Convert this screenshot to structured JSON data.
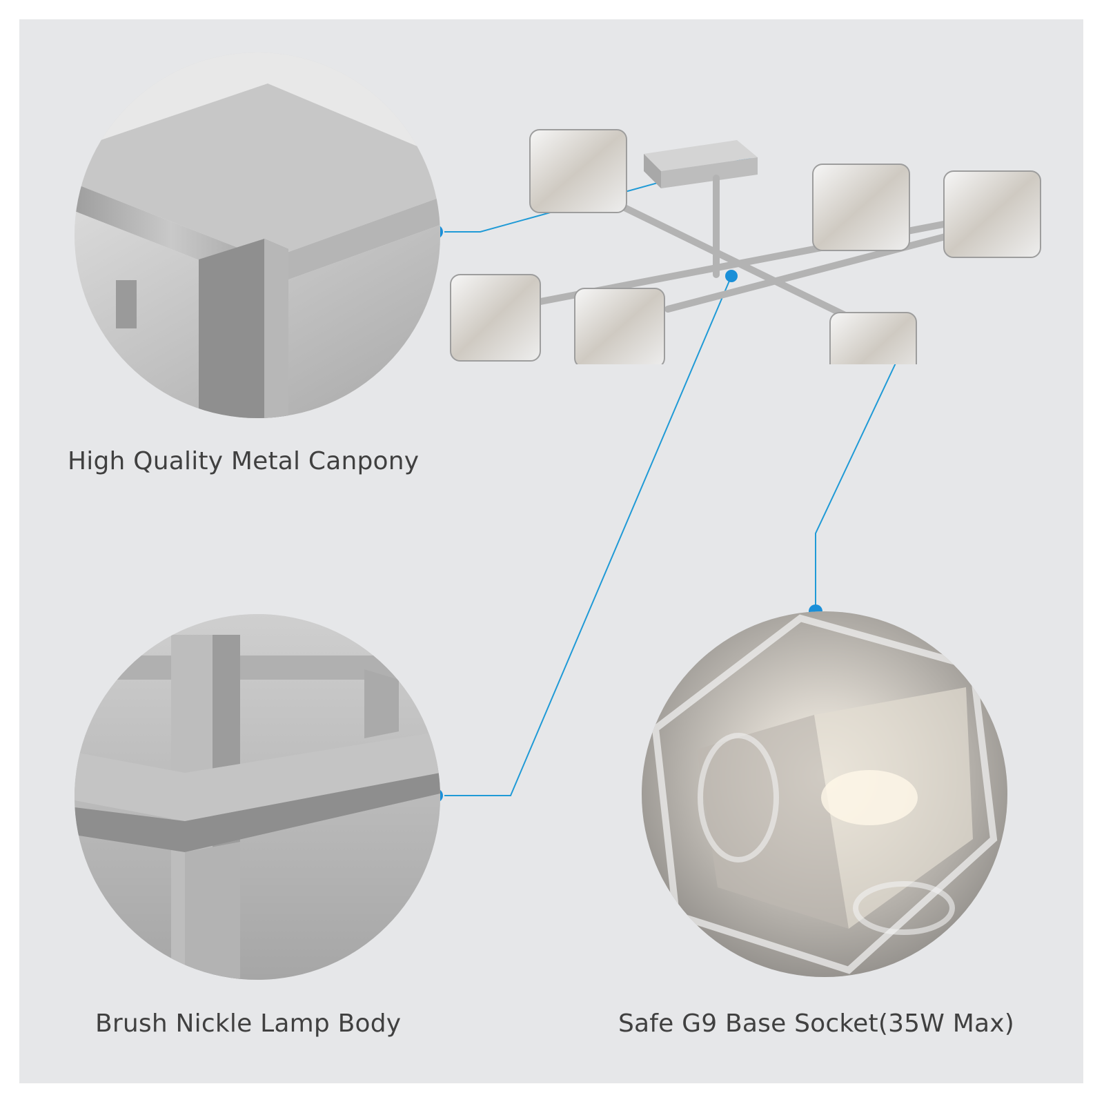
{
  "features": {
    "canopy_label": "High Quality Metal Canpony",
    "body_label": "Brush Nickle Lamp Body",
    "socket_label": "Safe G9 Base Socket(35W Max)"
  },
  "colors": {
    "background": "#e6e7e9",
    "callout_line": "#1f9ad6",
    "callout_dot": "#1a8fd8",
    "text": "#404040",
    "brushed_nickel": "#b9b7b4"
  }
}
